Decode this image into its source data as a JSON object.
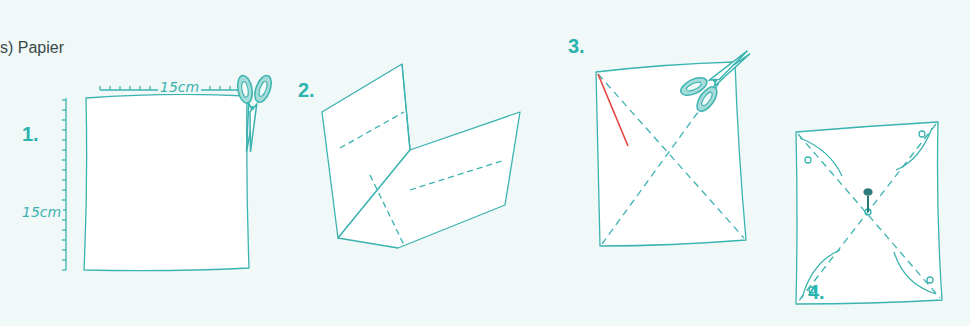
{
  "diagram": {
    "labels": [
      "s) Papier",
      "1.",
      "15cm",
      "15cm",
      "2.",
      "3.",
      "4."
    ]
  }
}
